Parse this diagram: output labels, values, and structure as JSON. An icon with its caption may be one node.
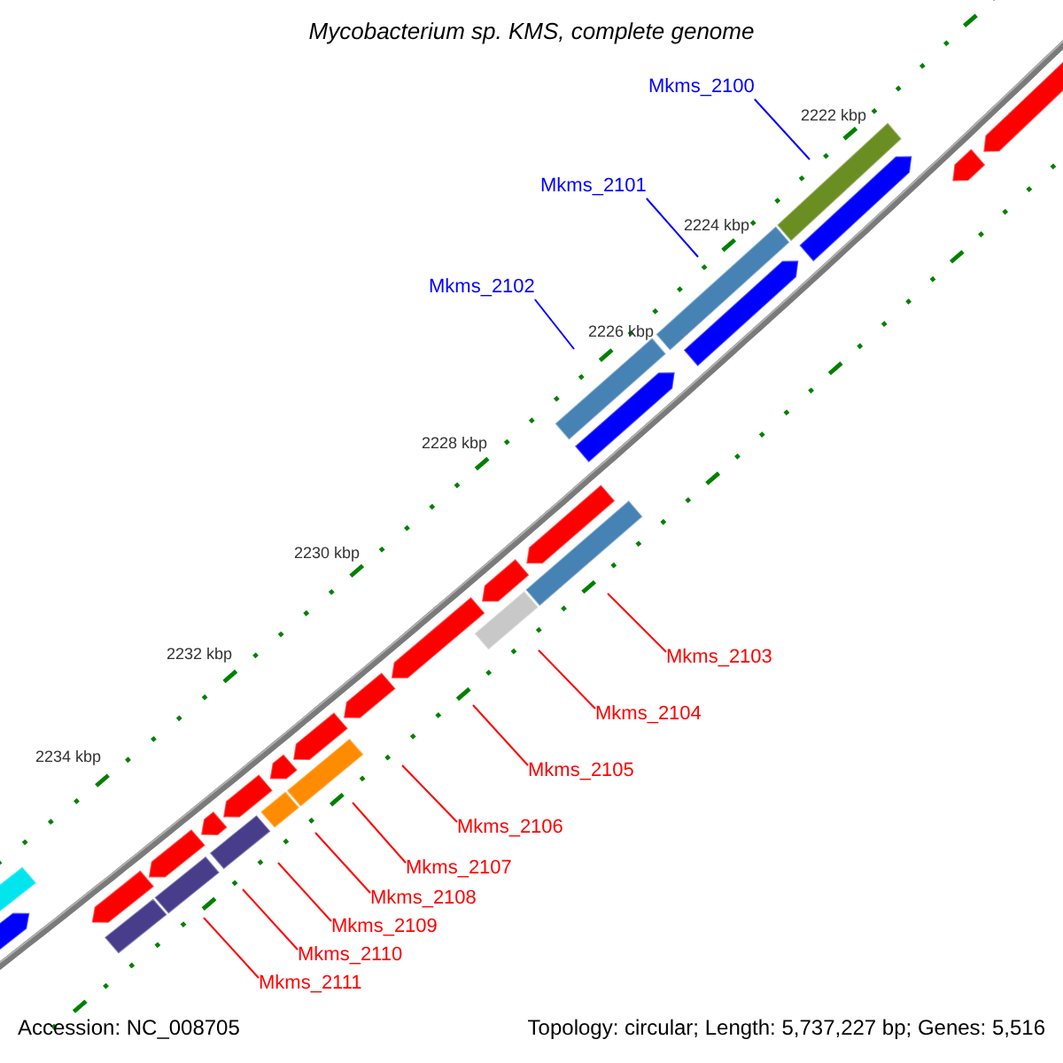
{
  "diagram": {
    "title": "Mycobacterium sp. KMS, complete genome",
    "nodes": [
      {
        "text": [
          "Mkms_2100"
        ]
      },
      {
        "text": [
          "Mkms_2101"
        ]
      },
      {
        "text": [
          "Mkms_2102"
        ]
      },
      {
        "text": [
          "Mkms_2103"
        ]
      },
      {
        "text": [
          "Mkms_2104"
        ]
      },
      {
        "text": [
          "Mkms_2105"
        ]
      },
      {
        "text": [
          "Mkms_2106"
        ]
      },
      {
        "text": [
          "Mkms_2107"
        ]
      },
      {
        "text": [
          "Mkms_2108"
        ]
      },
      {
        "text": [
          "Mkms_2109"
        ]
      },
      {
        "text": [
          "Mkms_2110"
        ]
      },
      {
        "text": [
          "Mkms_2111"
        ]
      }
    ],
    "edges": [
      {
        "from": 0,
        "to": null,
        "arrow": "none",
        "color": "#0000ff"
      },
      {
        "from": 1,
        "to": null,
        "arrow": "none",
        "color": "#0000ff"
      },
      {
        "from": 2,
        "to": null,
        "arrow": "none",
        "color": "#0000ff"
      },
      {
        "from": 3,
        "to": null,
        "arrow": "none"
      },
      {
        "from": 4,
        "to": null,
        "arrow": "none"
      },
      {
        "from": 5,
        "to": null,
        "arrow": "none"
      },
      {
        "from": 6,
        "to": null,
        "arrow": "none"
      },
      {
        "from": 7,
        "to": null,
        "arrow": "none"
      },
      {
        "from": 8,
        "to": null,
        "arrow": "none"
      },
      {
        "from": 9,
        "to": null,
        "arrow": "none"
      },
      {
        "from": 10,
        "to": null,
        "arrow": "none"
      },
      {
        "from": 11,
        "to": null,
        "arrow": "none"
      }
    ],
    "labels": [
      "2222 kbp",
      "2224 kbp",
      "2226 kbp",
      "2228 kbp",
      "2230 kbp",
      "2232 kbp",
      "2234 kbp",
      "Accession: NC_008705",
      "Topology: circular; Length: 5,737,227 bp; Genes: 5,516"
    ]
  }
}
